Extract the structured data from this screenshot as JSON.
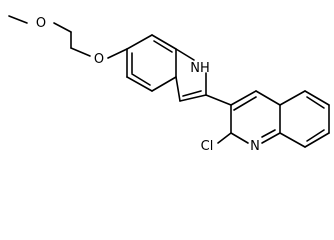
{
  "molecule": {
    "atoms": {
      "oxygen_ether": "O",
      "oxygen_aryl": "O",
      "nh": "NH",
      "n_quinoline": "N",
      "chlorine": "Cl"
    }
  }
}
